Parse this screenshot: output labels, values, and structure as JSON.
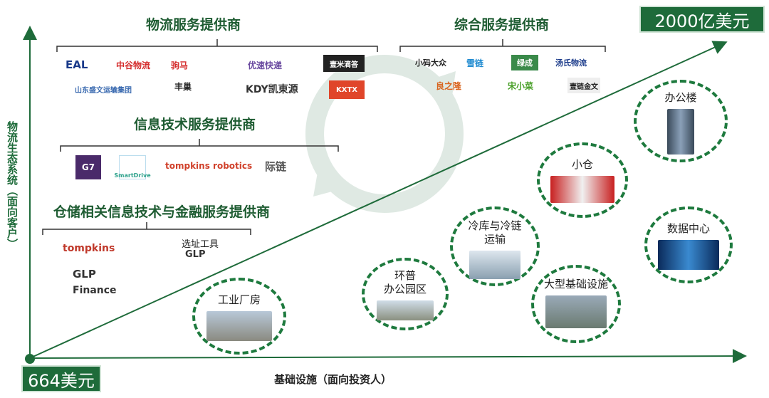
{
  "max_value": "2000亿美元",
  "min_value": "664美元",
  "y_axis_label": "物流生态系统（面向客户）",
  "x_axis_label": "基础设施（面向投资人）",
  "groups": {
    "logistics": {
      "title": "物流服务提供商",
      "logos": [
        "EAL",
        "中谷物流",
        "驹马",
        "优速快递",
        "壹米滴答",
        "山东盛文运输集团",
        "丰巢",
        "KDY凯東源",
        "KXTX"
      ]
    },
    "integrated": {
      "title": "综合服务提供商",
      "logos": [
        "小码大众",
        "雪链",
        "绿成",
        "汤氏物流",
        "良之隆",
        "宋小菜",
        "壹链金文"
      ]
    },
    "it": {
      "title": "信息技术服务提供商",
      "logos": [
        "G7",
        "SmartDrive",
        "tompkins robotics",
        "际链"
      ]
    },
    "finance": {
      "title": "仓储相关信息技术与金融服务提供商",
      "logos": [
        "tompkins",
        "选址工具",
        "GLP",
        "GLP",
        "Finance"
      ]
    }
  },
  "assets": [
    "工业厂房",
    "环普\n办公园区",
    "冷库与冷链\n运输",
    "大型基础设施",
    "小仓",
    "办公楼",
    "数据中心"
  ],
  "colors": {
    "green": "#1e7a3e",
    "dark_green": "#1e6b3a"
  }
}
